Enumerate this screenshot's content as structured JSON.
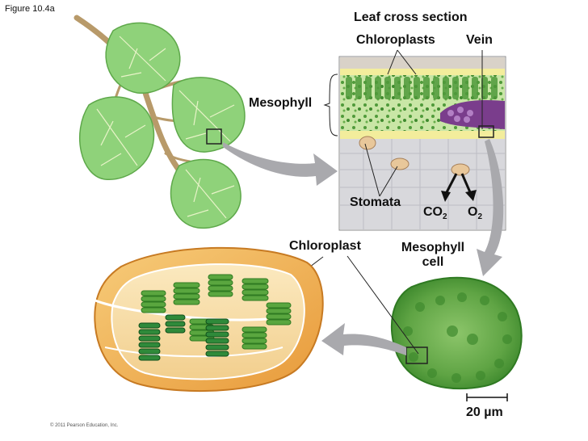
{
  "figure_label": "Figure 10.4a",
  "labels": {
    "leaf_cross_section": "Leaf cross section",
    "chloroplasts": "Chloroplasts",
    "vein": "Vein",
    "mesophyll": "Mesophyll",
    "stomata": "Stomata",
    "co2_base": "CO",
    "co2_sub": "2",
    "o2_base": "O",
    "o2_sub": "2",
    "chloroplast": "Chloroplast",
    "mesophyll_cell_line1": "Mesophyll",
    "mesophyll_cell_line2": "cell",
    "scale": "20 µm"
  },
  "copyright": "© 2011 Pearson Education, Inc.",
  "colors": {
    "leaf_green": "#8fd27a",
    "leaf_vein": "#e8f3c8",
    "stem_brown": "#b89a6a",
    "arrow_gray": "#a9a9ad",
    "chloroplast_envelope": "#f4b95f",
    "thylakoid_green": "#2f8a3a",
    "vein_purple": "#7a3d8c"
  }
}
